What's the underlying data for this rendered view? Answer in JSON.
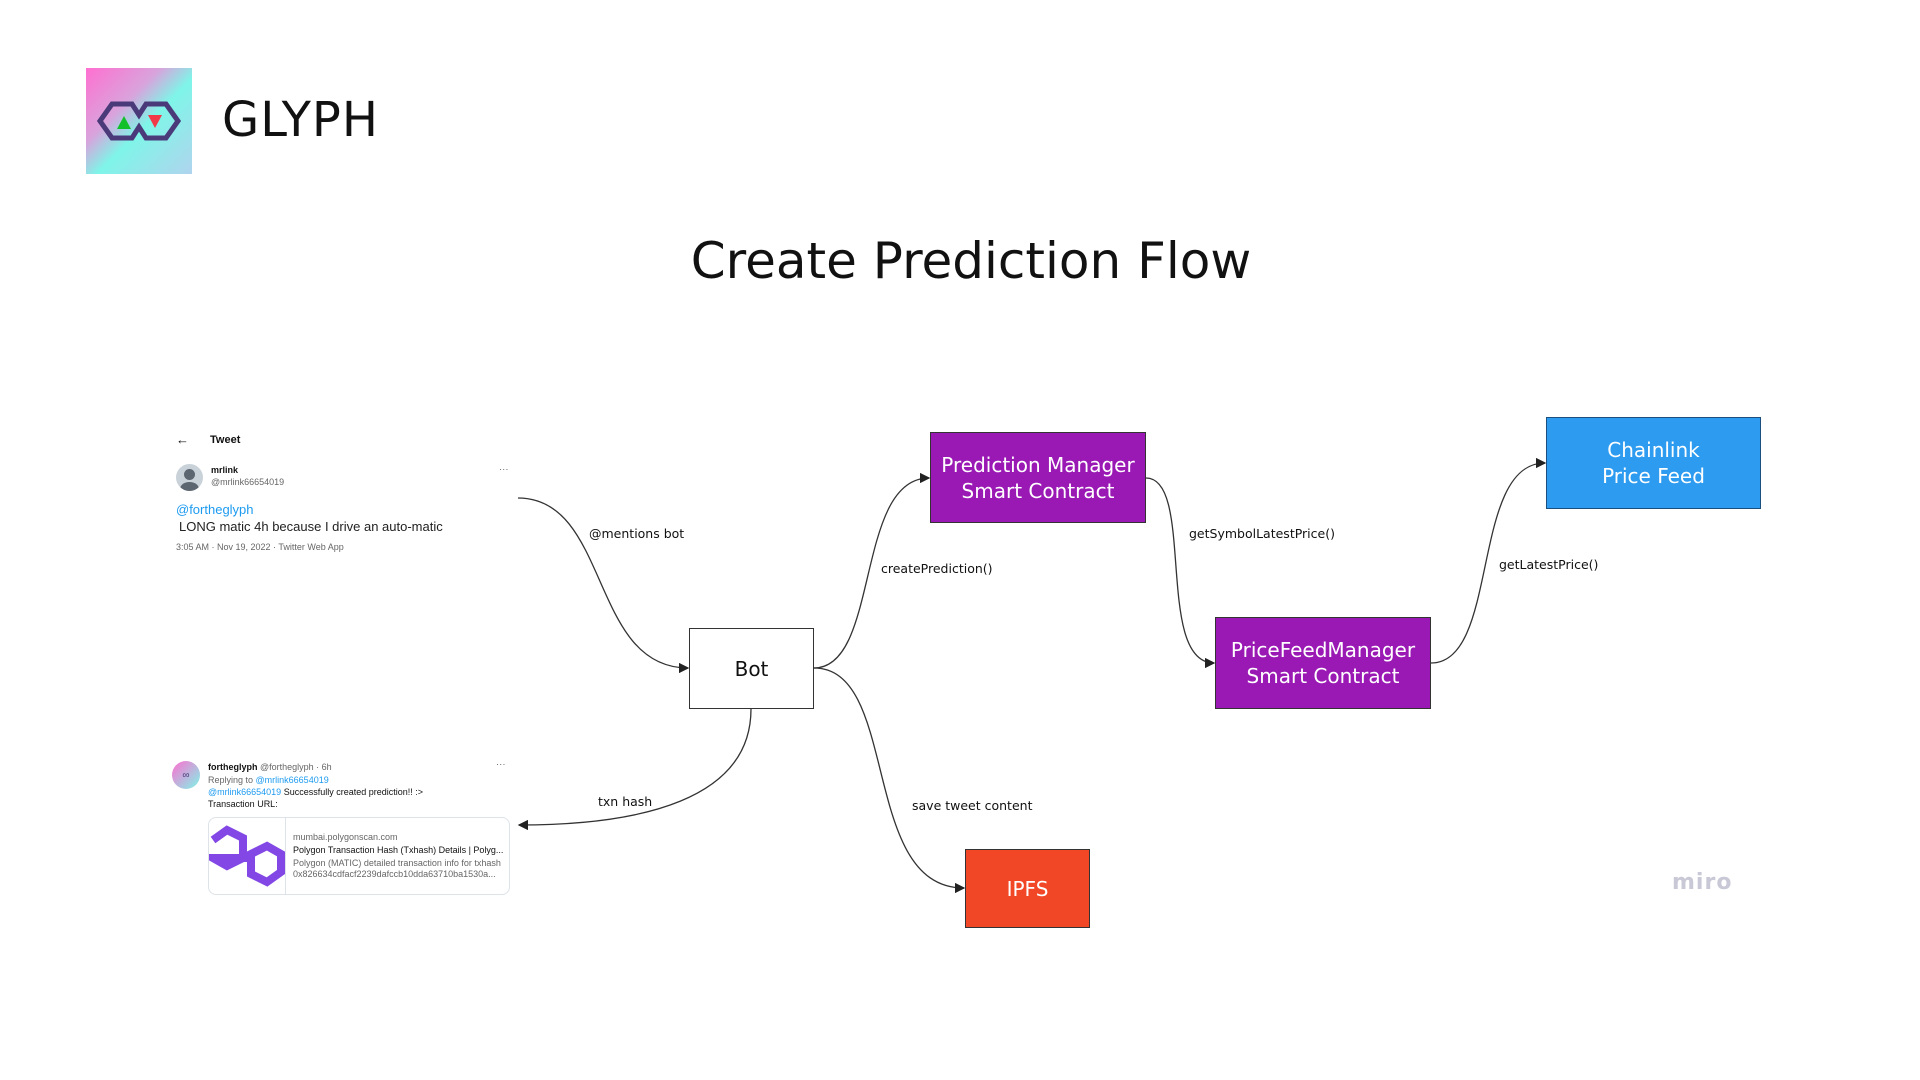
{
  "header": {
    "brand": "GLYPH",
    "title": "Create Prediction Flow"
  },
  "colors": {
    "purple": "#9a18b4",
    "blue": "#2d9bf0",
    "red": "#f24726",
    "link": "#1d9bf0"
  },
  "nodes": {
    "bot": "Bot",
    "prediction_manager": [
      "Prediction Manager",
      "Smart Contract"
    ],
    "price_feed_manager": [
      "PriceFeedManager",
      "Smart Contract"
    ],
    "chainlink": [
      "Chainlink",
      "Price Feed"
    ],
    "ipfs": "IPFS"
  },
  "edges": {
    "mentions": "@mentions bot",
    "create": "createPrediction()",
    "get_symbol": "getSymbolLatestPrice()",
    "get_latest": "getLatestPrice()",
    "txn": "txn hash",
    "save": "save tweet content"
  },
  "tweet": {
    "header": "Tweet",
    "name": "mrlink",
    "handle": "@mrlink66654019",
    "mention": "@fortheglyph",
    "text": "LONG matic 4h because I drive an auto-matic",
    "meta": "3:05 AM · Nov 19, 2022 · Twitter Web App",
    "more": "···"
  },
  "reply": {
    "name": "fortheglyph",
    "handle": "@fortheglyph · 6h",
    "replying_prefix": "Replying to ",
    "replying_to": "@mrlink66654019",
    "mention": "@mrlink66654019",
    "text": " Successfully created prediction!! :>",
    "line2": "Transaction URL:",
    "more": "···",
    "card": {
      "domain": "mumbai.polygonscan.com",
      "title": "Polygon Transaction Hash (Txhash) Details | Polyg...",
      "desc1": "Polygon (MATIC) detailed transaction info for txhash",
      "desc2": "0x826634cdfacf2239dafccb10dda63710ba1530a..."
    }
  },
  "watermark": "miro"
}
